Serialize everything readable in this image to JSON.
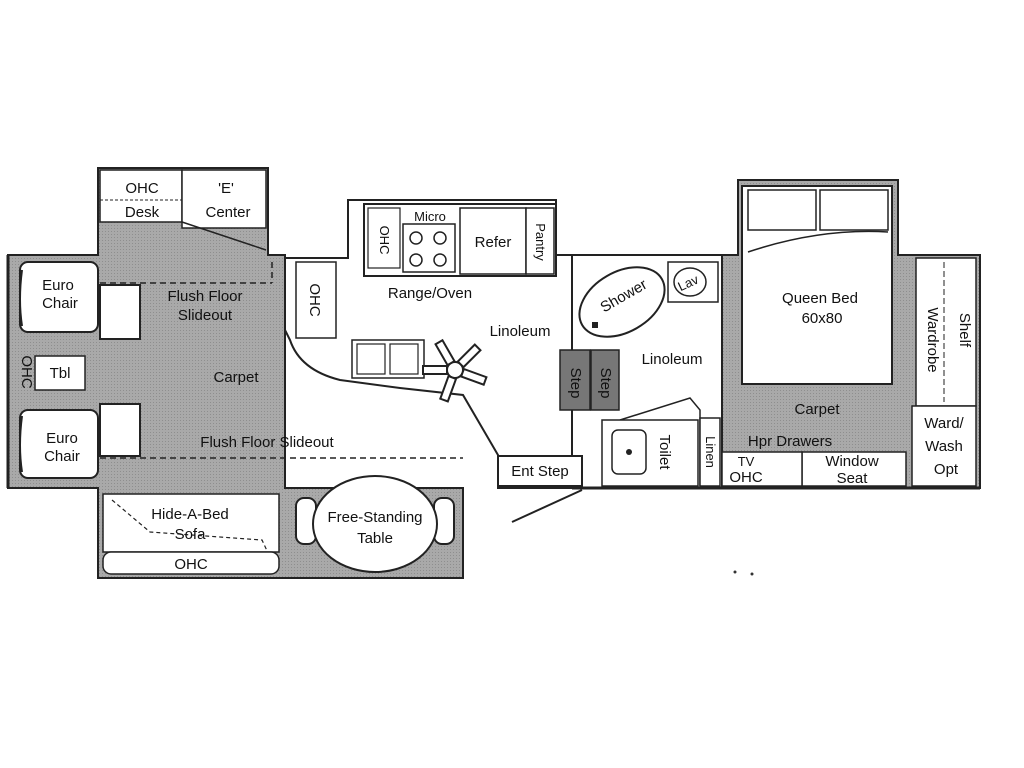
{
  "rooms": {
    "ohc_top": "OHC",
    "desk": "Desk",
    "e_center_1": "'E'",
    "e_center_2": "Center",
    "ohc_side": "OHC",
    "micro": "Micro",
    "ohc_kitchen": "OHC",
    "refer": "Refer",
    "pantry": "Pantry",
    "range_oven": "Range/Oven",
    "linoleum_kitchen": "Linoleum",
    "euro_chair_top_1": "Euro",
    "euro_chair_top_2": "Chair",
    "flush_floor_top_1": "Flush Floor",
    "flush_floor_top_2": "Slideout",
    "ohc_left": "OHC",
    "tbl": "Tbl",
    "carpet_living": "Carpet",
    "euro_chair_bottom_1": "Euro",
    "euro_chair_bottom_2": "Chair",
    "flush_floor_bottom": "Flush Floor Slideout",
    "hide_a_bed_1": "Hide-A-Bed",
    "hide_a_bed_2": "Sofa",
    "ohc_bottom": "OHC",
    "table_1": "Free-Standing",
    "table_2": "Table",
    "step_1": "Step",
    "step_2": "Step",
    "ent_step": "Ent Step",
    "shower": "Shower",
    "lav": "Lav",
    "linoleum_bath": "Linoleum",
    "toilet": "Toilet",
    "linen": "Linen",
    "queen_bed_1": "Queen Bed",
    "queen_bed_2": "60x80",
    "shelf": "Shelf",
    "wardrobe": "Wardrobe",
    "carpet_bedroom": "Carpet",
    "hpr_drawers": "Hpr  Drawers",
    "tv": "TV",
    "ohc_bed": "OHC",
    "window_seat_1": "Window",
    "window_seat_2": "Seat",
    "ward_wash_1": "Ward/",
    "ward_wash_2": "Wash",
    "ward_wash_3": "Opt"
  }
}
